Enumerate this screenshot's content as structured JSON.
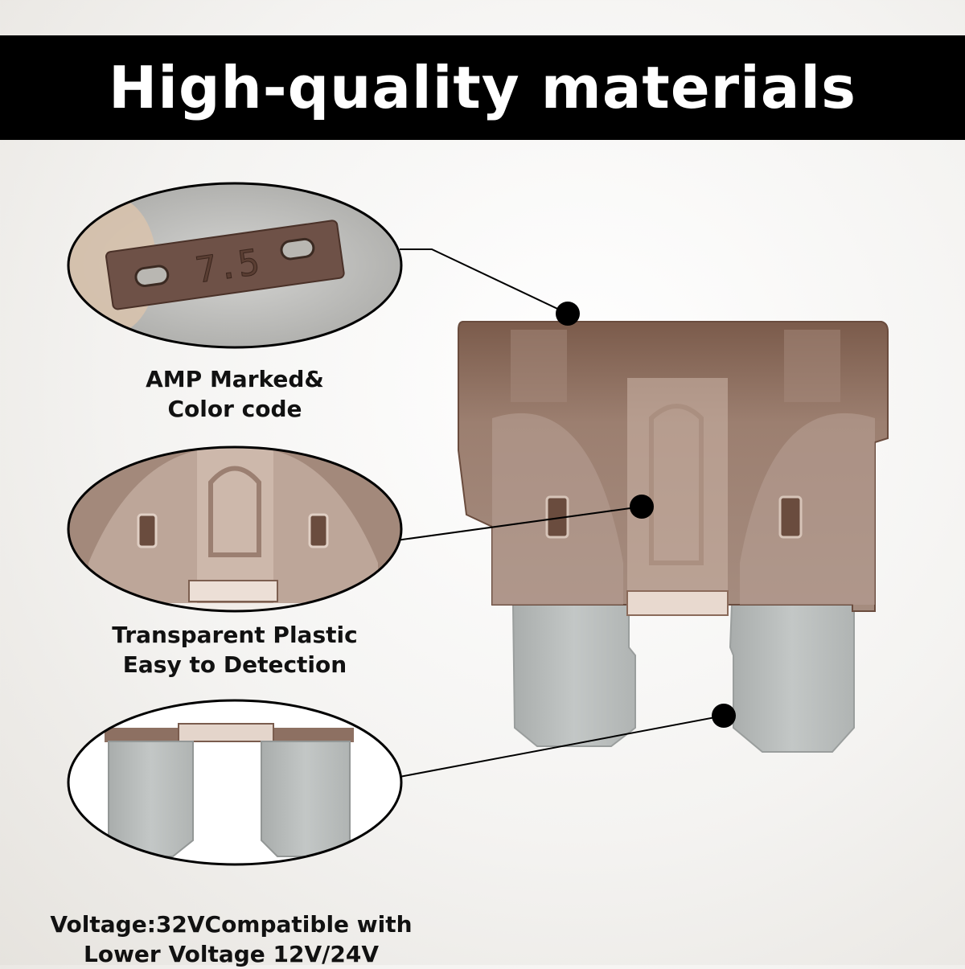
{
  "banner": {
    "title": "High-quality materials",
    "background": "#000000",
    "color": "#ffffff"
  },
  "callouts": [
    {
      "lines": [
        "AMP Marked&",
        "Color code"
      ],
      "detail_label": "7.5"
    },
    {
      "lines": [
        "Transparent Plastic",
        "Easy to Detection"
      ]
    },
    {
      "lines": [
        "Voltage:32VCompatible with",
        "Lower Voltage 12V/24V"
      ]
    }
  ],
  "colors": {
    "fuse_body": "#8a6b5c",
    "fuse_body_light": "#b59a8b",
    "blade_metal": "#b8bcbc",
    "callout_line": "#000000"
  }
}
